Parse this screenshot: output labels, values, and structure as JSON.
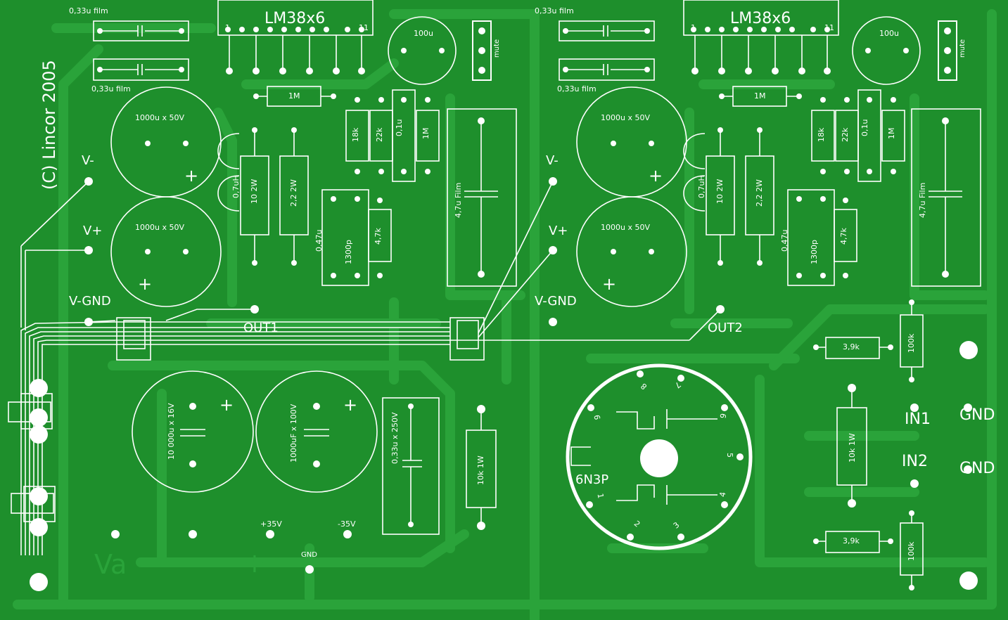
{
  "board": {
    "background": "#1e8f2c",
    "trace_color": "#2aa33a",
    "silk_color": "#ffffff",
    "copyright": "(C) Lincor 2005"
  },
  "amplifiers": [
    {
      "chip": "LM38x6",
      "pin_first": "1",
      "pin_last": "11",
      "cap_film_top": "0,33u film",
      "cap_film_bottom": "0,33u film",
      "cap_100u": "100u",
      "mute": "mute",
      "res_1m_top": "1M",
      "res_18k": "18k",
      "res_22k": "22k",
      "cap_01u": "0,1u",
      "res_1m_side": "1M",
      "cap_4_7u": "4,7u Film",
      "cap_1000u_a": "1000u x 50V",
      "cap_1000u_b": "1000u x 50V",
      "inductor": "0,7uH",
      "res_10_2w": "10 2W",
      "res_2_2_2w": "2,2 2W",
      "cap_047u": "0.47u",
      "cap_1300p": "1300p",
      "res_4_7k": "4,7k",
      "v_minus": "V-",
      "v_plus": "V+",
      "v_gnd": "V-GND",
      "out": "OUT1"
    },
    {
      "chip": "LM38x6",
      "pin_first": "1",
      "pin_last": "11",
      "cap_film_top": "0,33u film",
      "cap_film_bottom": "0,33u film",
      "cap_100u": "100u",
      "mute": "mute",
      "res_1m_top": "1M",
      "res_18k": "18k",
      "res_22k": "22k",
      "cap_01u": "0,1u",
      "res_1m_side": "1M",
      "cap_4_7u": "4,7u Film",
      "cap_1000u_a": "1000u x 50V",
      "cap_1000u_b": "1000u x 50V",
      "inductor": "0,7uH",
      "res_10_2w": "10 2W",
      "res_2_2_2w": "2,2 2W",
      "cap_047u": "0.47u",
      "cap_1300p": "1300p",
      "res_4_7k": "4,7k",
      "v_minus": "V-",
      "v_plus": "V+",
      "v_gnd": "V-GND",
      "out": "OUT2"
    }
  ],
  "power": {
    "cap_10000u": "10 000u x 16V",
    "cap_1000uf": "1000uF x 100V",
    "cap_033u": "0,33u x 250V",
    "res_10k_1w_a": "10k 1W",
    "plus_35v": "+35V",
    "minus_35v": "-35V",
    "gnd_small": "GND",
    "plus_sign": "+",
    "minus_sign": "—",
    "va": "Va"
  },
  "tube": {
    "type": "6N3P",
    "pins": [
      "1",
      "2",
      "3",
      "4",
      "5",
      "6",
      "7",
      "8",
      "9"
    ]
  },
  "inputs": {
    "res_3_9k_a": "3,9k",
    "res_100k_a": "100k",
    "res_10k_1w_b": "10k 1W",
    "res_3_9k_b": "3,9k",
    "res_100k_b": "100k",
    "in1": "IN1",
    "in2": "IN2",
    "gnd1": "GND",
    "gnd2": "GND"
  }
}
